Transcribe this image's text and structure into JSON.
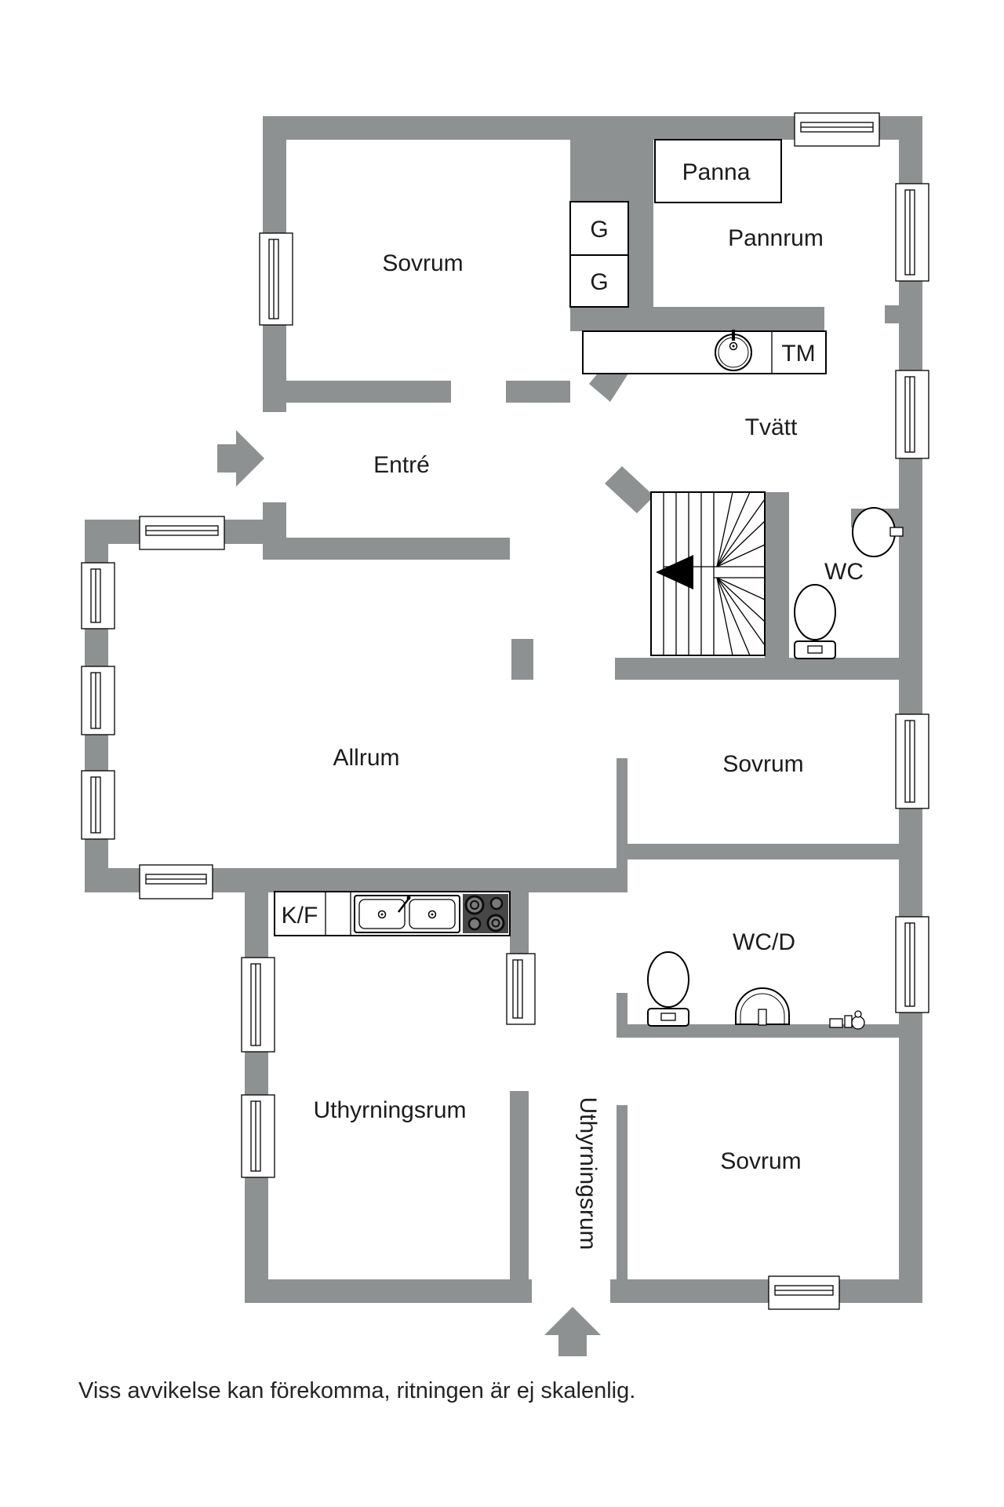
{
  "labels": {
    "sovrum_top": "Sovrum",
    "panna": "Panna",
    "pannrum": "Pannrum",
    "g1": "G",
    "g2": "G",
    "tm": "TM",
    "tvatt": "Tvätt",
    "entre": "Entré",
    "wc": "WC",
    "allrum": "Allrum",
    "sovrum_mid": "Sovrum",
    "kf": "K/F",
    "wcd": "WC/D",
    "uthyrningsrum_left": "Uthyrningsrum",
    "uthyrningsrum_corridor": "Uthyrningsrum",
    "sovrum_bottom": "Sovrum",
    "disclaimer": "Viss avvikelse kan förekomma, ritningen är ej skalenlig."
  },
  "colors": {
    "wall": "#8E9192",
    "outline": "#000000",
    "label": "#1c1c1c",
    "stove": "#474747",
    "background": "#ffffff"
  },
  "icons": {
    "entry_left": "entry-arrow-icon",
    "entry_bottom": "entry-arrow-icon",
    "stairs": "stairs-direction-arrow-icon"
  }
}
